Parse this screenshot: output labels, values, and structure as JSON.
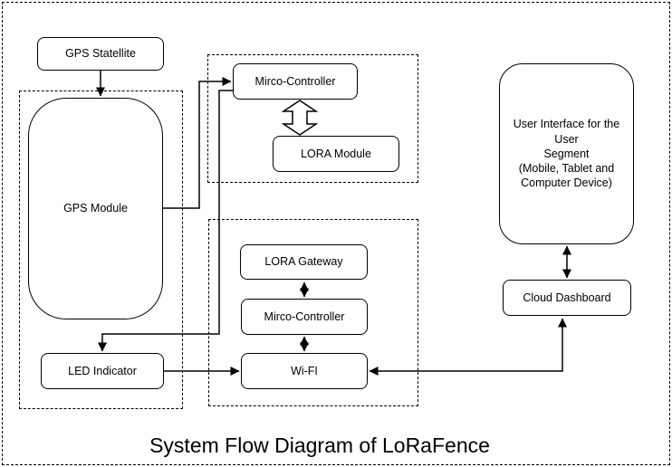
{
  "diagram": {
    "title": "System Flow Diagram of LoRaFence",
    "background": "#ffffff",
    "stroke_color": "#000000",
    "nodes": {
      "gps_satellite": {
        "label": "GPS Statellite"
      },
      "gps_module": {
        "label": "GPS Module"
      },
      "sensor_micro_controller": {
        "label": "Mirco-Controller"
      },
      "lora_module": {
        "label": "LORA Module"
      },
      "lora_gateway": {
        "label": "LORA Gateway"
      },
      "gateway_micro_controller": {
        "label": "Mirco-Controller"
      },
      "wifi": {
        "label": "Wi-FI"
      },
      "led_indicator": {
        "label": "LED Indicator"
      },
      "user_interface": {
        "label": "User Interface for the User\nSegment\n(Mobile, Tablet and\nComputer Device)"
      },
      "cloud_dashboard": {
        "label": "Cloud Dashboard"
      }
    },
    "edges": [
      {
        "from": "gps_satellite",
        "to": "gps_module",
        "direction": "one-way"
      },
      {
        "from": "gps_module",
        "to": "sensor_micro_controller",
        "direction": "one-way"
      },
      {
        "from": "sensor_micro_controller",
        "to": "led_indicator",
        "direction": "one-way"
      },
      {
        "from": "sensor_micro_controller",
        "to": "lora_module",
        "direction": "two-way-block"
      },
      {
        "from": "lora_gateway",
        "to": "gateway_micro_controller",
        "direction": "two-way"
      },
      {
        "from": "gateway_micro_controller",
        "to": "wifi",
        "direction": "two-way"
      },
      {
        "from": "led_indicator",
        "to": "wifi",
        "direction": "one-way"
      },
      {
        "from": "wifi",
        "to": "cloud_dashboard",
        "direction": "two-way"
      },
      {
        "from": "user_interface",
        "to": "cloud_dashboard",
        "direction": "two-way"
      }
    ]
  }
}
